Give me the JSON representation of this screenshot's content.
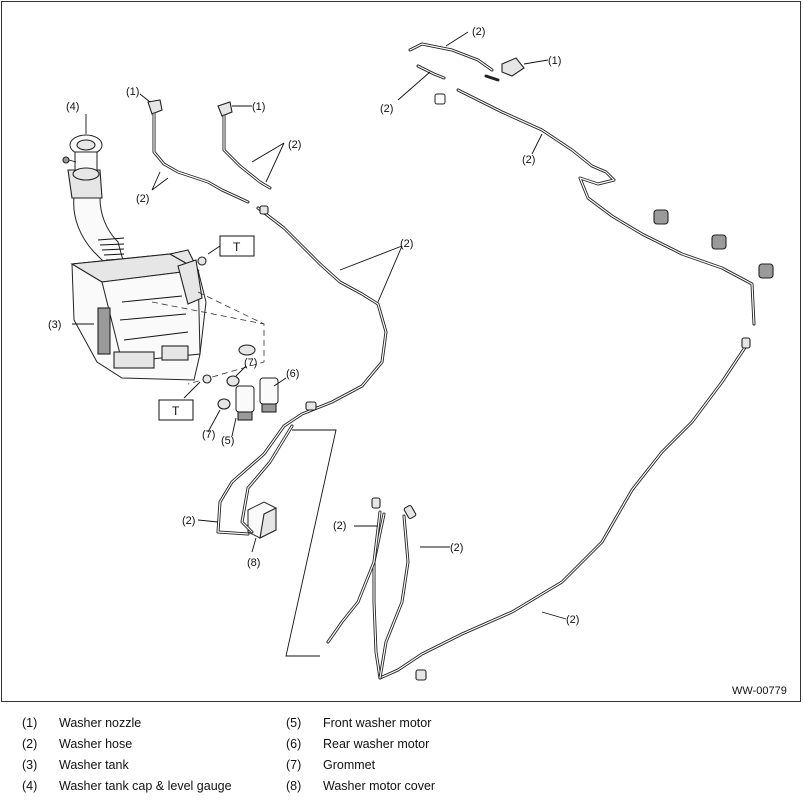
{
  "figure_id": "WW-00779",
  "callouts": {
    "c1": "(1)",
    "c2": "(2)",
    "c3": "(3)",
    "c4": "(4)",
    "c5": "(5)",
    "c6": "(6)",
    "c7": "(7)",
    "c8": "(8)"
  },
  "torque_mark": "T",
  "legend": [
    {
      "num": "(1)",
      "label": "Washer nozzle"
    },
    {
      "num": "(2)",
      "label": "Washer hose"
    },
    {
      "num": "(3)",
      "label": "Washer tank"
    },
    {
      "num": "(4)",
      "label": "Washer tank cap & level gauge"
    },
    {
      "num": "(5)",
      "label": "Front washer motor"
    },
    {
      "num": "(6)",
      "label": "Rear washer motor"
    },
    {
      "num": "(7)",
      "label": "Grommet"
    },
    {
      "num": "(8)",
      "label": "Washer motor cover"
    }
  ]
}
